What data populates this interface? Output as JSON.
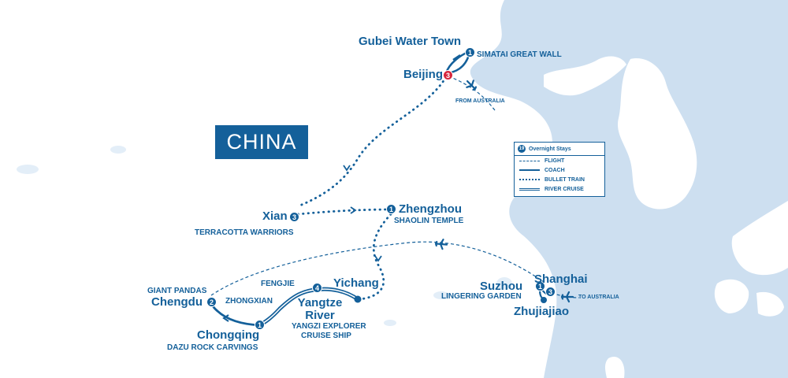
{
  "country_label": "CHINA",
  "colors": {
    "route": "#14609a",
    "highlight": "#d7263d",
    "sea": "#cddff0",
    "land": "#ffffff"
  },
  "icons": {
    "plane": "plane-icon"
  },
  "cities": {
    "gubei": "Gubei Water Town",
    "beijing": "Beijing",
    "xian": "Xian",
    "zhengzhou": "Zhengzhou",
    "yichang": "Yichang",
    "yangtze": "Yangtze River",
    "chengdu": "Chengdu",
    "chongqing": "Chongqing",
    "suzhou": "Suzhou",
    "shanghai": "Shanghai",
    "zhujiajiao": "Zhujiajiao"
  },
  "sublabels": {
    "simatai": "SIMATAI GREAT WALL",
    "from_australia": "FROM AUSTRALIA",
    "terracotta": "TERRACOTTA WARRIORS",
    "shaolin": "SHAOLIN TEMPLE",
    "giant_pandas": "GIANT PANDAS",
    "fengjie": "FENGJIE",
    "zhongxian": "ZHONGXIAN",
    "yangzi_explorer": "YANGZI EXPLORER",
    "cruise_ship": "CRUISE SHIP",
    "dazu": "DAZU ROCK CARVINGS",
    "lingering_garden": "LINGERING GARDEN",
    "to_australia": "TO AUSTRALIA"
  },
  "stays": {
    "simatai": "1",
    "beijing": "3",
    "xian": "3",
    "zhengzhou": "1",
    "yangtze": "4",
    "chengdu": "2",
    "chongqing": "1",
    "suzhou": "1",
    "shanghai": "3"
  },
  "legend": {
    "badge": "19",
    "title": "Overnight Stays",
    "items": [
      "FLIGHT",
      "COACH",
      "BULLET TRAIN",
      "RIVER CRUISE"
    ]
  }
}
